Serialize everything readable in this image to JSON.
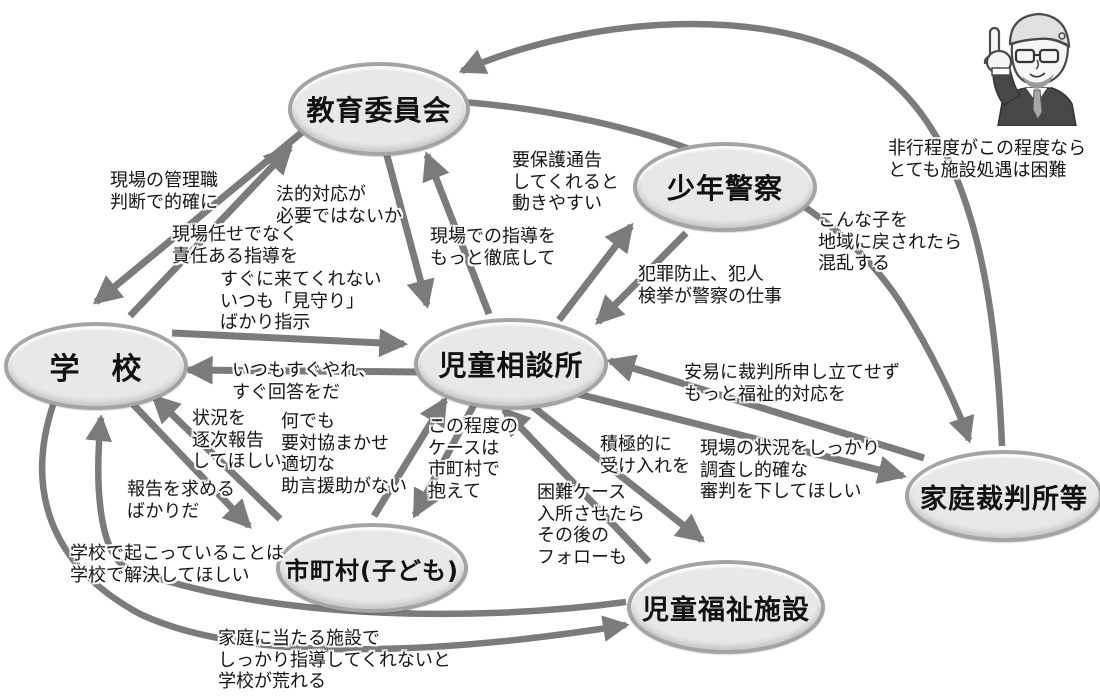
{
  "diagram_type": "institution-relationship-diagram",
  "colors": {
    "node_fill": "#e8e8e8",
    "node_border": "#a4a4a4",
    "arrow": "#7b7b7b",
    "label_text": "#151515",
    "background": "#ffffff"
  },
  "nodes": [
    {
      "id": "kyoiku-iinkai",
      "label": "教育委員会"
    },
    {
      "id": "shonen-keisatsu",
      "label": "少年警察"
    },
    {
      "id": "gakko",
      "label": "学　校"
    },
    {
      "id": "jido-sodanjo",
      "label": "児童相談所"
    },
    {
      "id": "shichoson-kodomo",
      "label": "市町村(子ども)"
    },
    {
      "id": "jido-fukushi-shisetsu",
      "label": "児童福祉施設"
    },
    {
      "id": "katei-saibansho",
      "label": "家庭裁判所等"
    }
  ],
  "edges": [
    {
      "from": "kyoiku-iinkai",
      "to": "gakko",
      "label": "現場の管理職\n判断で的確に"
    },
    {
      "from": "gakko",
      "to": "kyoiku-iinkai",
      "label": "現場任せでなく\n責任ある指導を"
    },
    {
      "from": "kyoiku-iinkai",
      "to": "jido-sodanjo",
      "label": "法的対応が\n必要ではないか"
    },
    {
      "from": "jido-sodanjo",
      "to": "kyoiku-iinkai",
      "label": "現場での指導を\nもっと徹底して"
    },
    {
      "from": "gakko",
      "to": "jido-sodanjo",
      "label": "すぐに来てくれない\nいつも「見守り」\nばかり指示"
    },
    {
      "from": "jido-sodanjo",
      "to": "gakko",
      "label": "いつもすぐやれ、\nすぐ回答をだ"
    },
    {
      "from": "jido-sodanjo",
      "to": "shonen-keisatsu",
      "label": "要保護通告\nしてくれると\n動きやすい"
    },
    {
      "from": "shonen-keisatsu",
      "to": "jido-sodanjo",
      "label": "犯罪防止、犯人\n検挙が警察の仕事"
    },
    {
      "from": "jido-sodanjo",
      "to": "katei-saibansho",
      "label": "現場の状況をしっかり\n調査し的確な\n審判を下してほしい"
    },
    {
      "from": "katei-saibansho",
      "to": "jido-sodanjo",
      "label": "安易に裁判所申し立てせず\nもっと福祉的対応を"
    },
    {
      "from": "gakko",
      "to": "shichoson-kodomo",
      "label": "状況を\n逐次報告\nしてほしい"
    },
    {
      "from": "shichoson-kodomo",
      "to": "gakko",
      "label": "報告を求める\nばかりだ"
    },
    {
      "from": "shichoson-kodomo",
      "to": "jido-sodanjo",
      "label": "何でも\n要対協まかせ\n適切な\n助言援助がない"
    },
    {
      "from": "jido-sodanjo",
      "to": "shichoson-kodomo",
      "label": "この程度の\nケースは\n市町村で\n抱えて"
    },
    {
      "from": "jido-sodanjo",
      "to": "jido-fukushi-shisetsu",
      "label": "積極的に\n受け入れを"
    },
    {
      "from": "jido-fukushi-shisetsu",
      "to": "jido-sodanjo",
      "label": "困難ケース\n入所させたら\nその後の\nフォローも"
    },
    {
      "from": "gakko",
      "to": "jido-fukushi-shisetsu",
      "label": "家庭に当たる施設で\nしっかり指導してくれないと\n学校が荒れる"
    },
    {
      "from": "jido-fukushi-shisetsu",
      "to": "gakko",
      "label": "学校で起こっていることは\n学校で解決してほしい"
    },
    {
      "from": "kyoiku-iinkai",
      "to": "katei-saibansho",
      "label": "こんな子を\n地域に戻されたら\n混乱する"
    },
    {
      "from": "katei-saibansho",
      "to": "kyoiku-iinkai",
      "label": "非行程度がこの程度なら\nとても施設処遇は困難"
    }
  ]
}
